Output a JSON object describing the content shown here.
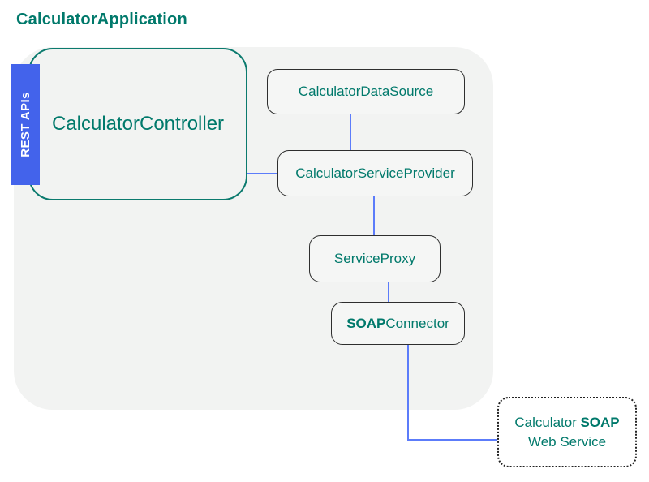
{
  "diagram": {
    "title": "CalculatorApplication",
    "nodes": {
      "rest_tab": {
        "label": "REST APIs"
      },
      "controller": {
        "label": "CalculatorController"
      },
      "data_source": {
        "label": "CalculatorDataSource"
      },
      "service_provider": {
        "label": "CalculatorServiceProvider"
      },
      "service_proxy": {
        "label": "ServiceProxy"
      },
      "soap_connector": {
        "label_bold": "SOAP",
        "label_rest": "Connector"
      },
      "soap_web_service": {
        "line1_text": "Calculator",
        "line1_bold": "SOAP",
        "line2_text": "Web Service"
      }
    },
    "edges": [
      {
        "name": "datasource-to-serviceprovider"
      },
      {
        "name": "controller-to-serviceprovider"
      },
      {
        "name": "serviceprovider-to-serviceproxy"
      },
      {
        "name": "serviceproxy-to-soapconnector"
      },
      {
        "name": "soapconnector-to-webservice"
      }
    ],
    "colors": {
      "teal_text": "#00796B",
      "teal_border": "#0B7A6E",
      "rest_tab_blue": "#4363EB",
      "connector_line_blue": "#5C7CFA",
      "box_border_dark": "#2E2E2E",
      "container_fill": "#F2F3F2",
      "box_fill": "#F5F6F5",
      "page_background": "#FFFFFF"
    }
  }
}
